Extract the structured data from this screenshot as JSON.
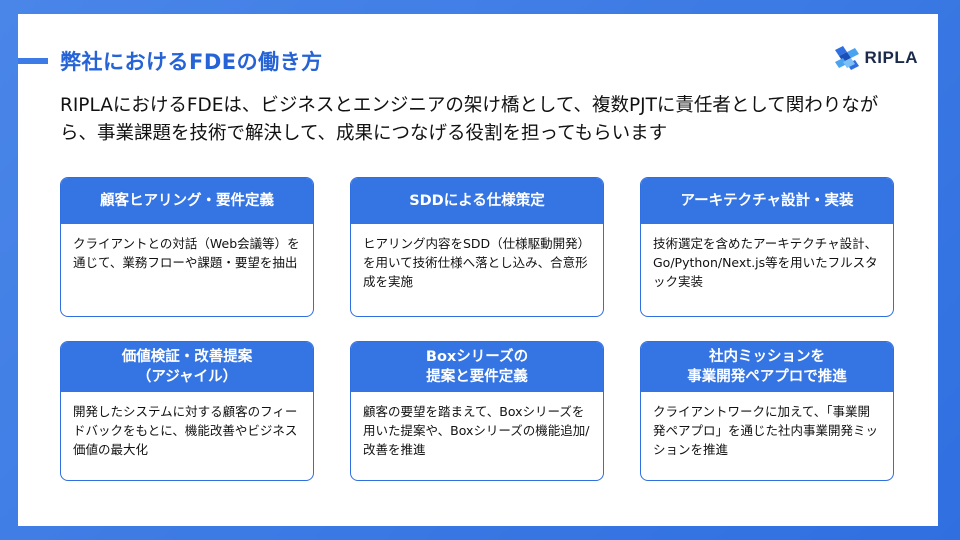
{
  "title": "弊社におけるFDEの働き方",
  "logo_text": "RIPLA",
  "intro": "RIPLAにおけるFDEは、ビジネスとエンジニアの架け橋として、複数PJTに責任者として関わりながら、事業課題を技術で解決して、成果につなげる役割を担ってもらいます",
  "cards": [
    {
      "title": "顧客ヒアリング・要件定義",
      "body": "クライアントとの対話（Web会議等）を通じて、業務フローや課題・要望を抽出"
    },
    {
      "title": "SDDによる仕様策定",
      "body": "ヒアリング内容をSDD（仕様駆動開発）を用いて技術仕様へ落とし込み、合意形成を実施"
    },
    {
      "title": "アーキテクチャ設計・実装",
      "body": "技術選定を含めたアーキテクチャ設計、Go/Python/Next.js等を用いたフルスタック実装"
    },
    {
      "title": "価値検証・改善提案\n（アジャイル）",
      "body": "開発したシステムに対する顧客のフィードバックをもとに、機能改善やビジネス価値の最大化"
    },
    {
      "title": "Boxシリーズの\n提案と要件定義",
      "body": "顧客の要望を踏まえて、Boxシリーズを用いた提案や、Boxシリーズの機能追加/改善を推進"
    },
    {
      "title": "社内ミッションを\n事業開発ペアプロで推進",
      "body": "クライアントワークに加えて、「事業開発ペアプロ」を通じた社内事業開発ミッションを推進"
    }
  ],
  "colors": {
    "accent": "#3574e3",
    "title": "#2563d6",
    "background": "#3b7be6"
  }
}
